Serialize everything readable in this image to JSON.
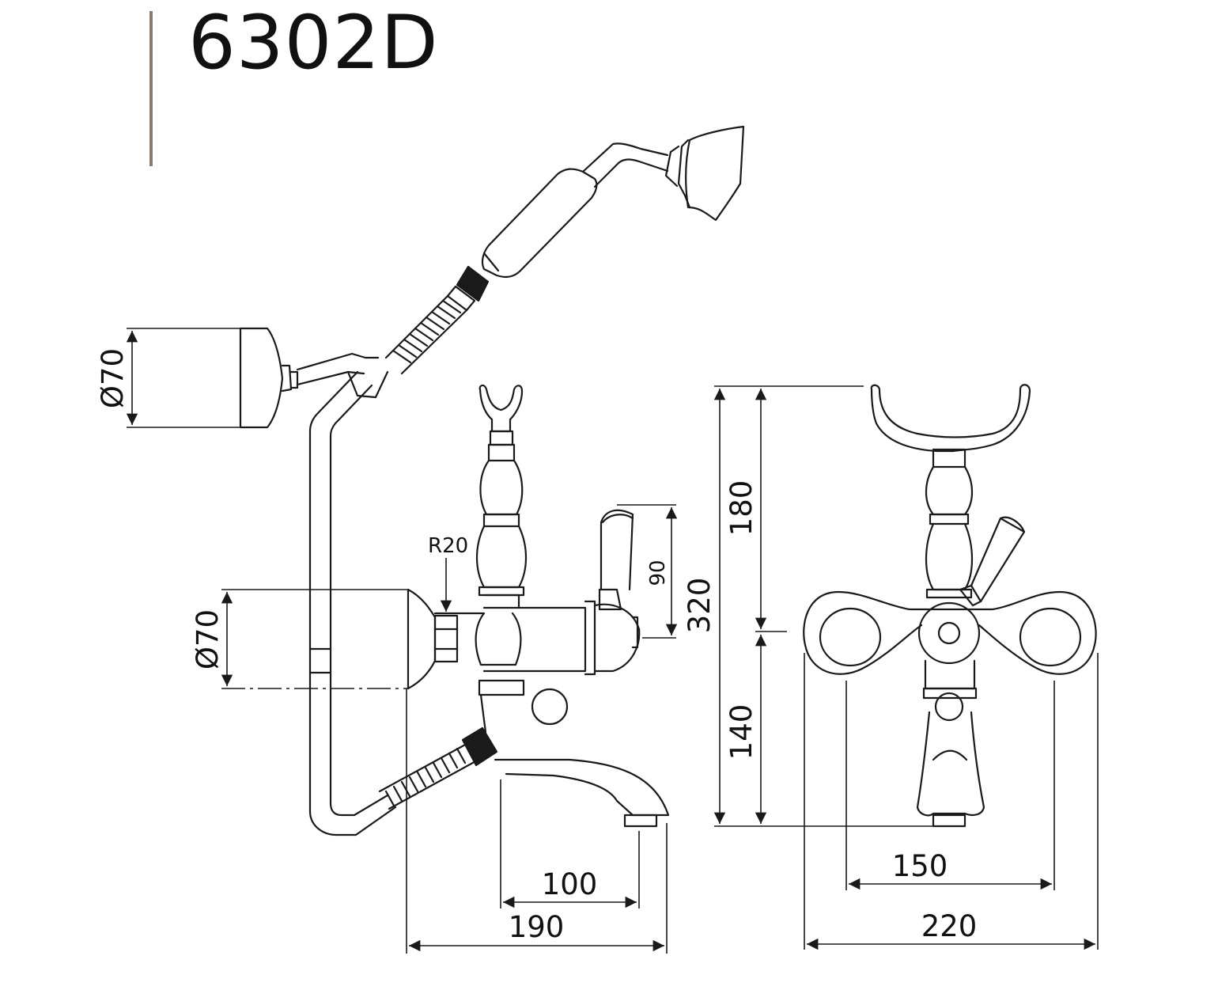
{
  "title": "6302D",
  "dimensions": {
    "handshower_holder_diameter": "Ø70",
    "wall_flange_diameter": "Ø70",
    "radius": "R20",
    "handle_height": "90",
    "total_height": "320",
    "upper_height": "180",
    "lower_height": "140",
    "spout_projection": "100",
    "side_depth": "190",
    "centers": "150",
    "front_width": "220"
  },
  "colors": {
    "accent_bar": "#8a7a70",
    "line": "#1a1a1a"
  }
}
